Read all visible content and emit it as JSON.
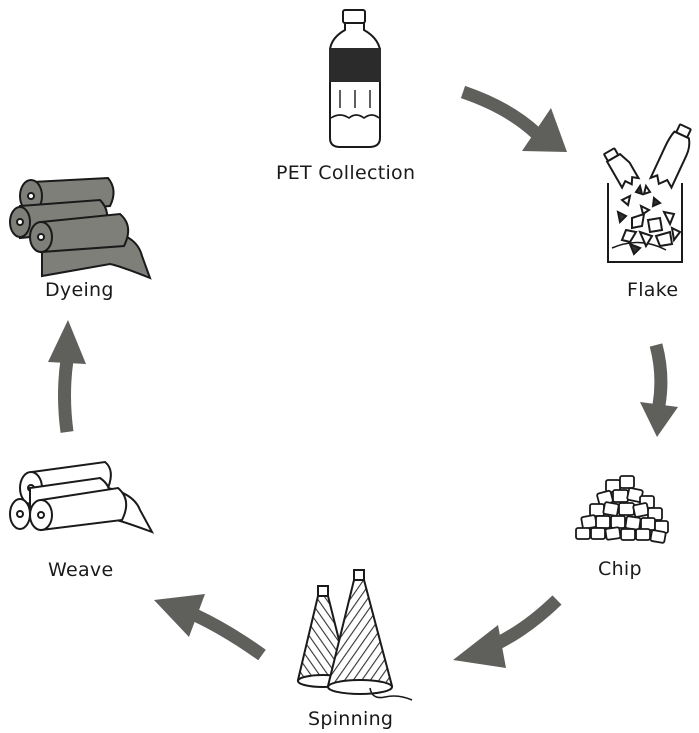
{
  "steps": {
    "pet_collection": "PET Collection",
    "flake": "Flake",
    "chip": "Chip",
    "spinning": "Spinning",
    "weave": "Weave",
    "dyeing": "Dyeing"
  },
  "colors": {
    "arrow": "#5f605c",
    "fabric_dyed": "#7e7f79",
    "line": "#1a1a1a",
    "bottle_band": "#2b2b2b"
  }
}
